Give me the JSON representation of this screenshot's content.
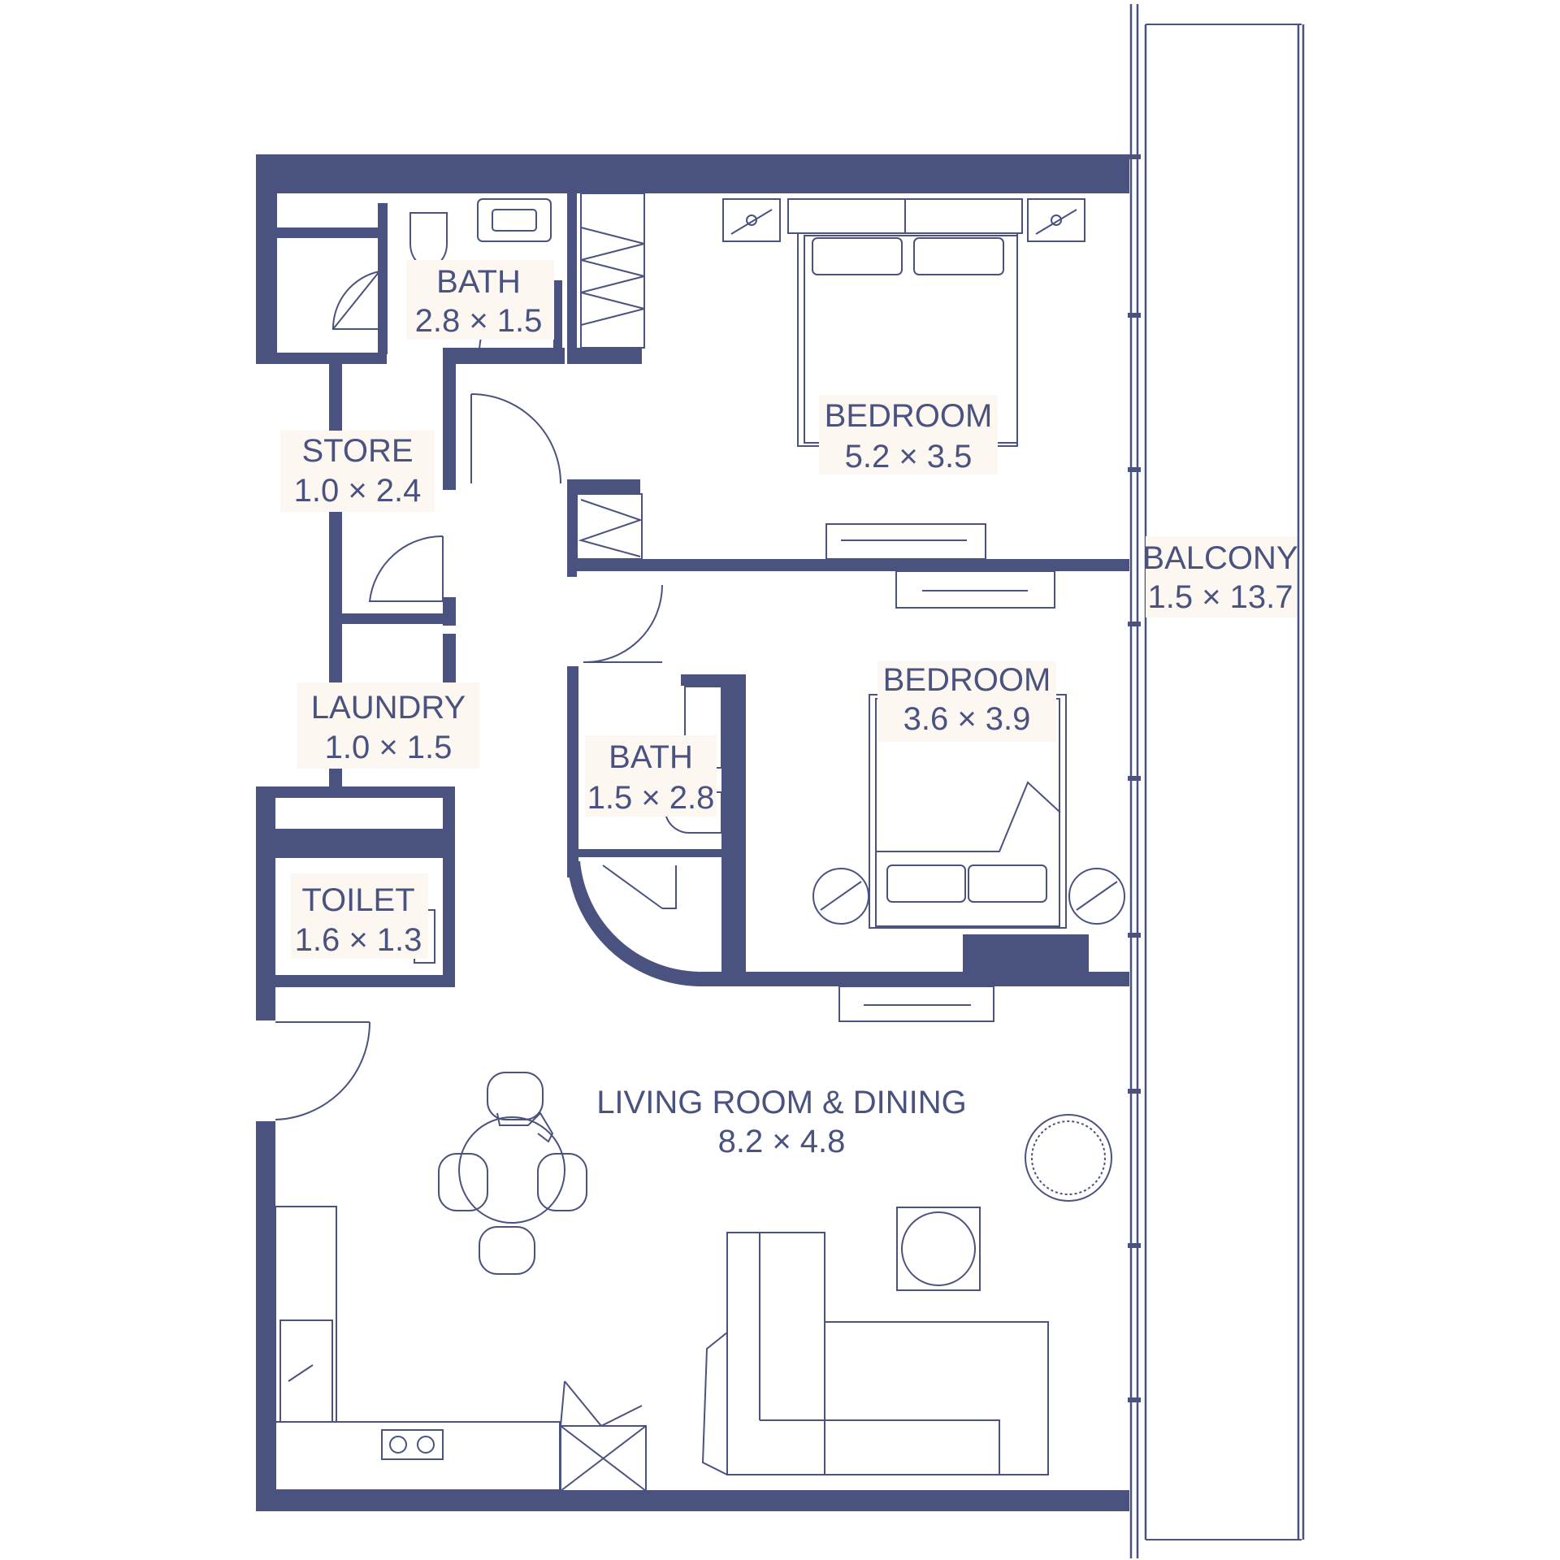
{
  "plan": {
    "colors": {
      "wall": "#4a5380",
      "label_background": "#fdf7f2",
      "background": "#ffffff"
    },
    "rooms": [
      {
        "id": "bath-1",
        "name": "BATH",
        "size": "2.8 × 1.5"
      },
      {
        "id": "bedroom-1",
        "name": "BEDROOM",
        "size": "5.2 × 3.5"
      },
      {
        "id": "store",
        "name": "STORE",
        "size": "1.0 × 2.4"
      },
      {
        "id": "balcony",
        "name": "BALCONY",
        "size": "1.5 × 13.7"
      },
      {
        "id": "bedroom-2",
        "name": "BEDROOM",
        "size": "3.6 × 3.9"
      },
      {
        "id": "laundry",
        "name": "LAUNDRY",
        "size": "1.0 × 1.5"
      },
      {
        "id": "bath-2",
        "name": "BATH",
        "size": "1.5 × 2.8"
      },
      {
        "id": "toilet",
        "name": "TOILET",
        "size": "1.6 × 1.3"
      },
      {
        "id": "living",
        "name": "LIVING ROOM & DINING",
        "size": "8.2 × 4.8"
      }
    ]
  }
}
